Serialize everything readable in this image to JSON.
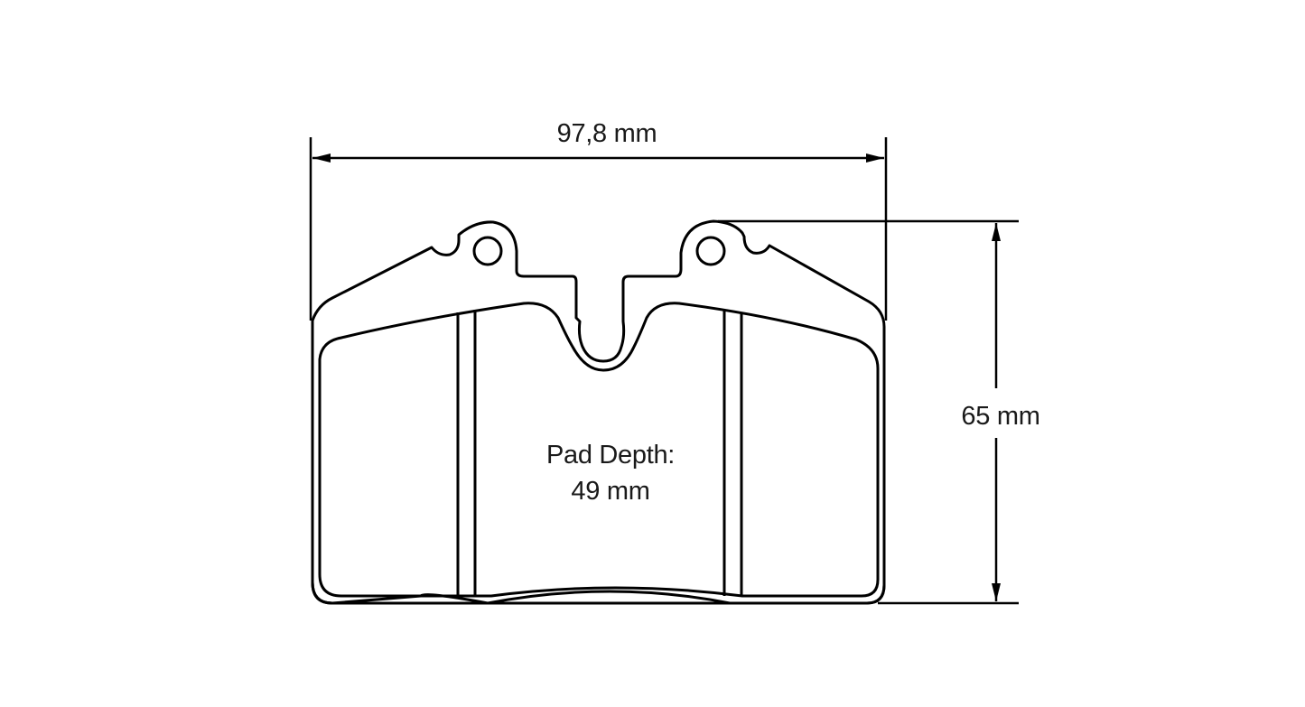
{
  "diagram": {
    "subject": "brake-pad-outline",
    "stroke_color": "#000000",
    "background_color": "#ffffff",
    "dimensions": {
      "width": {
        "value": "97,8",
        "unit": "mm",
        "label": "97,8 mm"
      },
      "height": {
        "value": "65",
        "unit": "mm",
        "label": "65 mm"
      }
    },
    "pad_depth": {
      "title": "Pad Depth:",
      "value": "49 mm"
    }
  }
}
